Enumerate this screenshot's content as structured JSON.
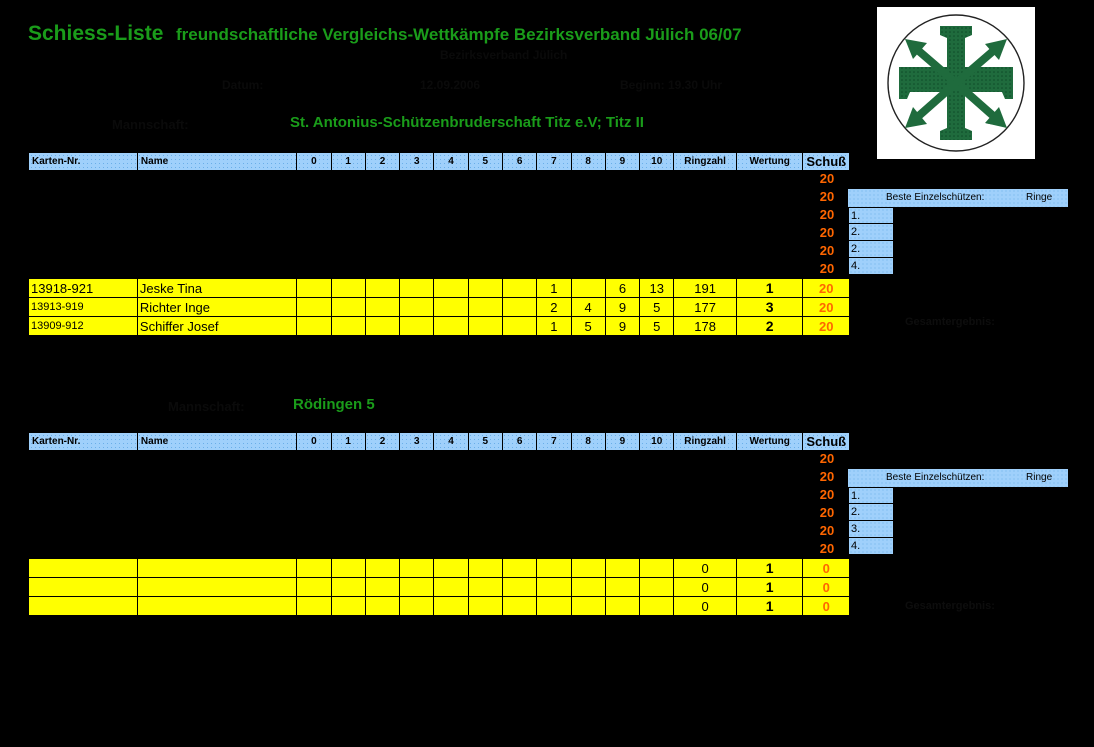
{
  "header": {
    "title": "Schiess-Liste",
    "subtitle": "freundschaftliche Vergleichs-Wettkämpfe Bezirksverband Jülich  06/07",
    "dark_line_1": "Bezirksverband Jülich",
    "dark_line_2a": "Datum:",
    "dark_line_2b": "12.09.2006",
    "dark_line_2c": "Beginn: 19.30 Uhr",
    "emblem_alt": "cross-and-arrows-emblem"
  },
  "sections": [
    {
      "team_label": "Mannschaft:",
      "team_name": "St. Antonius-Schützenbruderschaft Titz e.V; Titz II",
      "columns": [
        "Karten-Nr.",
        "Name",
        "0",
        "1",
        "2",
        "3",
        "4",
        "5",
        "6",
        "7",
        "8",
        "9",
        "10",
        "Ringzahl",
        "Wertung",
        "Schuß"
      ],
      "blank_rows": [
        {
          "schuss": "20"
        },
        {
          "schuss": "20"
        },
        {
          "schuss": "20"
        },
        {
          "schuss": "20"
        },
        {
          "schuss": "20"
        },
        {
          "schuss": "20"
        }
      ],
      "rows": [
        {
          "karten_nr": "13918-921",
          "name": "Jeske Tina",
          "rings": [
            "",
            "",
            "",
            "",
            "",
            "",
            "",
            "1",
            "",
            "6",
            "13"
          ],
          "ringzahl": "191",
          "wertung": "1",
          "schuss": "20"
        },
        {
          "karten_nr": "13913-919",
          "name": "Richter Inge",
          "rings": [
            "",
            "",
            "",
            "",
            "",
            "",
            "",
            "2",
            "4",
            "9",
            "5"
          ],
          "ringzahl": "177",
          "wertung": "3",
          "schuss": "20"
        },
        {
          "karten_nr": "13909-912",
          "name": "Schiffer Josef",
          "rings": [
            "",
            "",
            "",
            "",
            "",
            "",
            "",
            "1",
            "5",
            "9",
            "5"
          ],
          "ringzahl": "178",
          "wertung": "2",
          "schuss": "20"
        }
      ],
      "panel": {
        "title": "Beste Einzelschützen:",
        "ringe_label": "Ringe",
        "entries": [
          "1.",
          "2.",
          "2.",
          "4."
        ]
      },
      "footer_dark": "Gesamtergebnis:"
    },
    {
      "team_label": "Mannschaft:",
      "team_name": "Rödingen 5",
      "columns": [
        "Karten-Nr.",
        "Name",
        "0",
        "1",
        "2",
        "3",
        "4",
        "5",
        "6",
        "7",
        "8",
        "9",
        "10",
        "Ringzahl",
        "Wertung",
        "Schuß"
      ],
      "blank_rows": [
        {
          "schuss": "20"
        },
        {
          "schuss": "20"
        },
        {
          "schuss": "20"
        },
        {
          "schuss": "20"
        },
        {
          "schuss": "20"
        },
        {
          "schuss": "20"
        }
      ],
      "rows": [
        {
          "karten_nr": "",
          "name": "",
          "rings": [
            "",
            "",
            "",
            "",
            "",
            "",
            "",
            "",
            "",
            "",
            ""
          ],
          "ringzahl": "0",
          "wertung": "1",
          "schuss": "0"
        },
        {
          "karten_nr": "",
          "name": "",
          "rings": [
            "",
            "",
            "",
            "",
            "",
            "",
            "",
            "",
            "",
            "",
            ""
          ],
          "ringzahl": "0",
          "wertung": "1",
          "schuss": "0"
        },
        {
          "karten_nr": "",
          "name": "",
          "rings": [
            "",
            "",
            "",
            "",
            "",
            "",
            "",
            "",
            "",
            "",
            ""
          ],
          "ringzahl": "0",
          "wertung": "1",
          "schuss": "0"
        }
      ],
      "panel": {
        "title": "Beste Einzelschützen:",
        "ringe_label": "Ringe",
        "entries": [
          "1.",
          "2.",
          "3.",
          "4."
        ]
      },
      "footer_dark": "Gesamtergebnis:"
    }
  ],
  "colors": {
    "green": "#1a9c1a",
    "yellow": "#ffff00",
    "blue_header": "#9fd0fb",
    "orange": "#ff6600",
    "background": "#000000"
  }
}
